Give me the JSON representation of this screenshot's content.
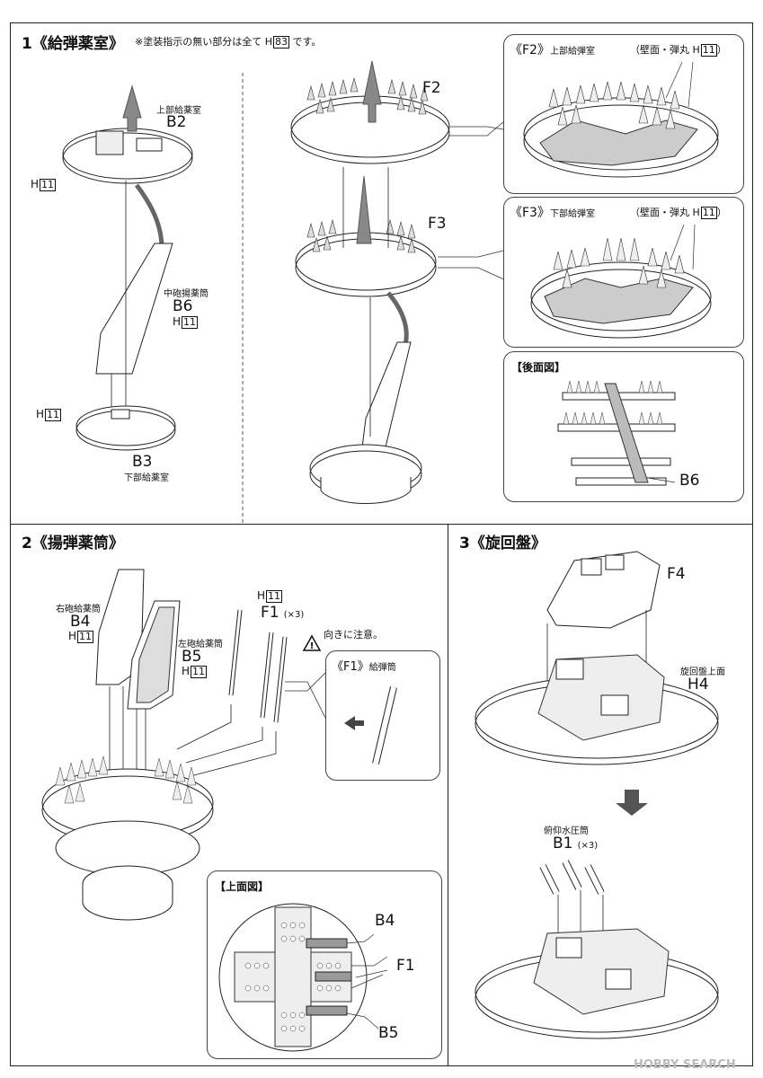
{
  "step1": {
    "title": "1《給弾薬室》",
    "note": "※塗装指示の無い部分は全て H",
    "note_code": "83",
    "note_tail": "です。",
    "b2_jp": "上部給薬室",
    "b2": "B2",
    "h11_left": "H",
    "h11_left_code": "11",
    "b6_jp": "中砲揚薬筒",
    "b6": "B6",
    "b6_paint": "H",
    "b6_paint_code": "11",
    "h11_b3": "H",
    "h11_b3_code": "11",
    "b3": "B3",
    "b3_jp": "下部給薬室",
    "f2": "F2",
    "f3": "F3",
    "inset_f2_title": "《F2》",
    "inset_f2_jp": "上部給弾室",
    "inset_f2_paint": "（壁面・弾丸 H",
    "inset_f2_code": "11",
    "inset_f2_close": "）",
    "inset_f3_title": "《F3》",
    "inset_f3_jp": "下部給弾室",
    "inset_f3_paint": "（壁面・弾丸 H",
    "inset_f3_code": "11",
    "inset_f3_close": "）",
    "rear_title": "【後面図】",
    "rear_b6": "B6"
  },
  "step2": {
    "title": "2《揚弾薬筒》",
    "b4_jp": "右砲給薬筒",
    "b4": "B4",
    "b4_paint": "H",
    "b4_code": "11",
    "b5_jp": "左砲給薬筒",
    "b5": "B5",
    "b5_paint": "H",
    "b5_code": "11",
    "f1_paint": "H",
    "f1_code": "11",
    "f1": "F1",
    "f1_qty": "(×3)",
    "warning": "向きに注意。",
    "f1_inset_title": "《F1》",
    "f1_inset_jp": "給弾筒",
    "top_title": "【上面図】",
    "top_b4": "B4",
    "top_f1": "F1",
    "top_b5": "B5"
  },
  "step3": {
    "title": "3《旋回盤》",
    "f4": "F4",
    "h4_jp": "旋回盤上面",
    "h4": "H4",
    "b1_jp": "俯仰水圧筒",
    "b1": "B1",
    "b1_qty": "(×3)"
  },
  "watermark": "HOBBY SEARCH"
}
